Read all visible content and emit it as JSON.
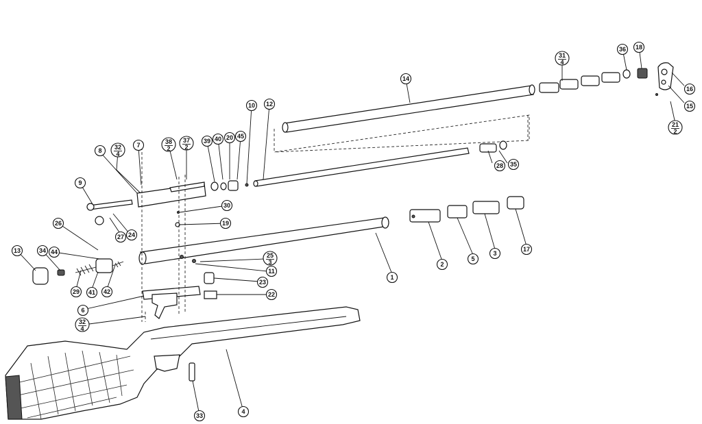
{
  "title": "",
  "balloons": [
    {
      "id": "b1",
      "num": "1"
    },
    {
      "id": "b2",
      "num": "2"
    },
    {
      "id": "b3",
      "num": "3"
    },
    {
      "id": "b4",
      "num": "4"
    },
    {
      "id": "b5",
      "num": "5"
    },
    {
      "id": "b6",
      "num": "6"
    },
    {
      "id": "b7",
      "num": "7"
    },
    {
      "id": "b8",
      "num": "8"
    },
    {
      "id": "b9",
      "num": "9"
    },
    {
      "id": "b10",
      "num": "10"
    },
    {
      "id": "b11",
      "num": "11"
    },
    {
      "id": "b12",
      "num": "12"
    },
    {
      "id": "b13",
      "num": "13"
    },
    {
      "id": "b14",
      "num": "14"
    },
    {
      "id": "b15",
      "num": "15"
    },
    {
      "id": "b16",
      "num": "16"
    },
    {
      "id": "b17",
      "num": "17"
    },
    {
      "id": "b18",
      "num": "18"
    },
    {
      "id": "b19",
      "num": "19"
    },
    {
      "id": "b20",
      "num": "20"
    },
    {
      "id": "b21",
      "num": "21",
      "qty": "2"
    },
    {
      "id": "b22",
      "num": "22"
    },
    {
      "id": "b23",
      "num": "23"
    },
    {
      "id": "b24",
      "num": "24"
    },
    {
      "id": "b25",
      "num": "25",
      "qty": "3"
    },
    {
      "id": "b26",
      "num": "26"
    },
    {
      "id": "b27",
      "num": "27"
    },
    {
      "id": "b28",
      "num": "28"
    },
    {
      "id": "b29",
      "num": "29"
    },
    {
      "id": "b30",
      "num": "30"
    },
    {
      "id": "b31",
      "num": "31",
      "qty": "4"
    },
    {
      "id": "b32a",
      "num": "32",
      "qty": "4"
    },
    {
      "id": "b32b",
      "num": "32",
      "qty": "4"
    },
    {
      "id": "b33",
      "num": "33"
    },
    {
      "id": "b34",
      "num": "34"
    },
    {
      "id": "b35",
      "num": "35"
    },
    {
      "id": "b36",
      "num": "36"
    },
    {
      "id": "b37",
      "num": "37",
      "qty": "2"
    },
    {
      "id": "b38",
      "num": "38",
      "qty": "2"
    },
    {
      "id": "b39",
      "num": "39"
    },
    {
      "id": "b40",
      "num": "40"
    },
    {
      "id": "b41",
      "num": "41"
    },
    {
      "id": "b42",
      "num": "42"
    },
    {
      "id": "b44",
      "num": "44"
    },
    {
      "id": "b45",
      "num": "45"
    }
  ]
}
